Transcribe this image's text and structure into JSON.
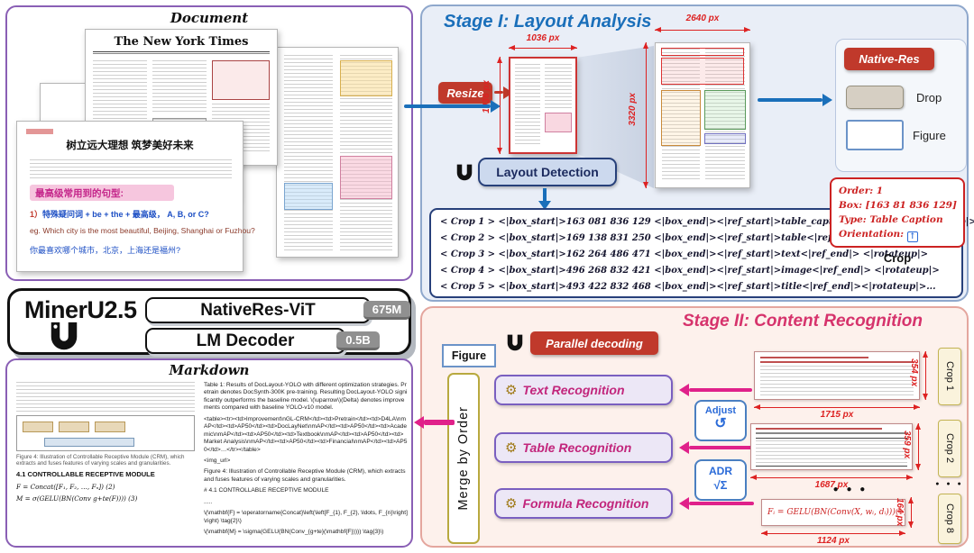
{
  "accent": {
    "red": "#c0392b",
    "blue": "#1a6fba",
    "pink": "#d6336c",
    "purple": "#8a5fb5"
  },
  "document_panel": {
    "title": "Document",
    "nyt_title": "The New York Times",
    "cn_doc": {
      "title": "树立远大理想 筑梦美好未来",
      "highlight": "最高级常用到的句型:",
      "line1_num": "1）",
      "line1_text": "特殊疑问词 + be + the + 最高级， A, B, or C?",
      "line2": "eg. Which city is the most beautiful, Beijing, Shanghai or Fuzhou?",
      "line3": "你最喜欢哪个城市，北京，上海还是福州?"
    }
  },
  "model": {
    "name": "MinerU2.5",
    "vit_label": "NativeRes-ViT",
    "vit_params": "675M",
    "decoder_label": "LM Decoder",
    "decoder_params": "0.5B"
  },
  "markdown_panel": {
    "title": "Markdown",
    "rendered": {
      "figure_caption": "Figure 4: Illustration of Controllable Receptive Module (CRM), which extracts and fuses features of varying scales and granularities.",
      "heading": "4.1 CONTROLLABLE RECEPTIVE MODULE",
      "eq2": "F = Concat([F₁, F₂, …, Fₙ])        (2)",
      "eq3": "M = σ(GELU(BN(Conv g+te(F))))    (3)"
    },
    "source": {
      "table_caption": "Table 1: Results of DocLayout-YOLO with different optimization strategies. Pretrain denotes DocSynth-300K pre-training. Resulting DocLayout-YOLO significantly outperforms the baseline model. \\(\\uparrow\\)(Delta) denotes improvements compared with baseline YOLO-v10 model.",
      "table_html": "<table><tr><td>Improvement\\nGL-CRM</td><td>Pretrain</td><td>D4LA\\nmAP</td><td>AP50</td><td>DocLayNet\\nmAP</td><td>AP50</td><td>Academic\\nmAP</td><td>AP50</td><td>Textbook\\nmAP</td><td>AP50</td><td>Market Analysis\\nmAP</td><td>AP50</td><td>Financial\\nmAP</td><td>AP50</td>…</tr></table>",
      "img_token": "<img_url>",
      "figure_caption": "Figure 4: Illustration of Controllable Receptive Module (CRM), which extracts and fuses features of varying scales and granularities.",
      "heading": "# 4.1 CONTROLLABLE RECEPTIVE MODULE",
      "dots": ".....",
      "eq2": "\\(\\mathbf{F} = \\operatorname{Concat}\\left(\\left[F_{1}, F_{2}, \\ldots, F_{n}\\right]\\right) \\tag{2}\\)",
      "eq3": "\\(\\mathbf{M} = \\sigma(GELU(BN(Conv_{g+te}(\\mathbf{F})))) \\tag{3}\\)"
    }
  },
  "stage1": {
    "title": "Stage I: Layout Analysis",
    "resize": "Resize",
    "layout_detection": "Layout Detection",
    "native_res": "Native-Res",
    "drop": "Drop",
    "figure": "Figure",
    "dims": {
      "small_w": "1036 px",
      "small_h": "1036 px",
      "large_w": "2640 px",
      "large_h": "3320 px"
    },
    "crop_lines": [
      "< Crop 1 >  <|box_start|>163 081 836 129 <|box_end|><|ref_start|>table_caption<|ref_end|> <|rotateup|>",
      "< Crop 2 >  <|box_start|>169 138 831 250 <|box_end|><|ref_start|>table<|ref_end|> <|rotateup|>",
      "< Crop 3 >  <|box_start|>162 264 486 471 <|box_end|><|ref_start|>text<|ref_end|> <|rotateup|>",
      "< Crop 4 >  <|box_start|>496 268 832 421 <|box_end|><|ref_start|>image<|ref_end|> <|rotateup|>",
      "< Crop 5 >  <|box_start|>493 422 832 468 <|box_end|><|ref_start|>title<|ref_end|><|rotateup|>..."
    ],
    "crop_info": {
      "order": "Order: 1",
      "box": "Box: [163 81 836 129]",
      "type": "Type: Table Caption",
      "orientation": "Orientation:",
      "orientation_icon": "↑",
      "label": "Crop"
    }
  },
  "stage2": {
    "title": "Stage II: Content Recognition",
    "parallel": "Parallel decoding",
    "figure": "Figure",
    "merge": "Merge by Order",
    "gear_icon": "⚙",
    "recognizers": [
      {
        "label": "Text Recognition"
      },
      {
        "label": "Table Recognition"
      },
      {
        "label": "Formula Recognition"
      }
    ],
    "adjust": {
      "label": "Adjust",
      "icon": "↺"
    },
    "adr": {
      "label": "ADR",
      "icon": "√Σ"
    },
    "crops": [
      {
        "label": "Crop 1",
        "w": "1715 px",
        "h": "354 px"
      },
      {
        "label": "Crop 2",
        "w": "1687 px",
        "h": "359 px"
      },
      {
        "label": "Crop 8",
        "w": "1124 px",
        "h": "164 px"
      }
    ],
    "crop8_formula": "Fᵢ = GELU(BN(Conv(X, wᵢ, dᵢ)))",
    "crop8_eqno": "(1)",
    "dots": "● ● ●"
  }
}
